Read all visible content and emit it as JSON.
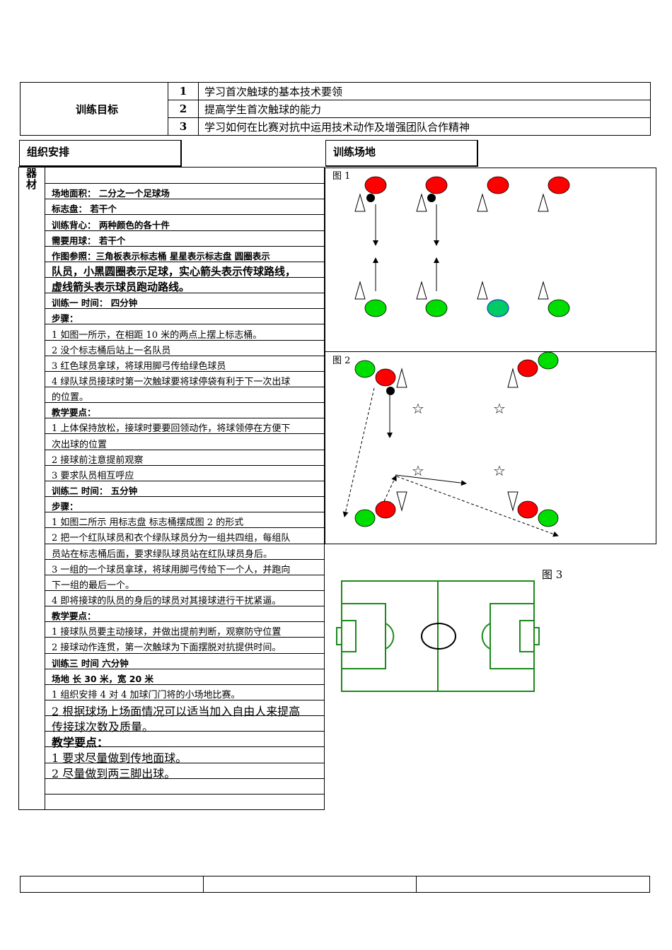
{
  "objectives": {
    "header": "训练目标",
    "items": [
      {
        "num": "1",
        "text": "学习首次触球的基本技术要领"
      },
      {
        "num": "2",
        "text": "提高学生首次触球的能力"
      },
      {
        "num": "3",
        "text": "学习如何在比赛对抗中运用技术动作及增强团队合作精神"
      }
    ]
  },
  "sections": {
    "organization": "组织安排",
    "field": "训练场地"
  },
  "equipment_label": "器材",
  "left_rows": [
    "",
    "场地面积：  二分之一个足球场",
    "标志盘：  若干个",
    "训练背心：  两种颜色的各十件",
    "需要用球：  若干个",
    "作图参照：三角板表示标志桶 星星表示标志盘  圆圈表示",
    "队员，小黑圆圈表示足球，实心箭头表示传球路线，",
    "虚线箭头表示球员跑动路线。",
    "训练一             时间：    四分钟",
    "步骤：",
    "1 如图一所示，在相距 10 米的两点上摆上标志桶。",
    "2 没个标志桶后站上一名队员",
    "3 红色球员拿球，将球用脚弓传给绿色球员",
    "4 绿队球员接球时第一次触球要将球停袋有利于下一次出球",
    "的位置。",
    "教学要点：",
    "1 上体保持放松，接球时要要回领动作，将球领停在方便下",
    "次出球的位置",
    "2 接球前注意提前观察",
    "3 要求队员相互呼应",
    "训练二             时间：    五分钟",
    "步骤：",
    "1 如图二所示  用标志盘  标志桶摆成图 2 的形式",
    "2 把一个红队球员和衣个绿队球员分为一组共四组，每组队",
    "员站在标志桶后面，要求绿队球员站在红队球员身后。",
    "3 一组的一个球员拿球，将球用脚弓传给下一个人，并跑向",
    "下一组的最后一个。",
    "4 即将接球的队员的身后的球员对其接球进行干扰紧逼。",
    "教学要点：",
    "1 接球队员要主动接球，并做出提前判断，观察防守位置",
    "2 接球动作连贯，第一次触球为下面摆脱对抗提供时间。",
    "训练三            时间       六分钟",
    "场地    长 30 米，宽 20 米",
    "1 组织安排 4 对 4 加球门门将的小场地比赛。",
    "2 根据球场上场面情况可以适当加入自由人来提高",
    "传接球次数及质量。",
    "教学要点：",
    "1 要求尽量做到传地面球。",
    "2 尽量做到两三脚出球。",
    "",
    ""
  ],
  "figures": {
    "fig1": "图 1",
    "fig2": "图 2",
    "fig3": "图 3"
  },
  "colors": {
    "red": "#ff0000",
    "green": "#00dd00",
    "blue_green": "#00cc66",
    "pitch_line": "#1a8a1a"
  }
}
